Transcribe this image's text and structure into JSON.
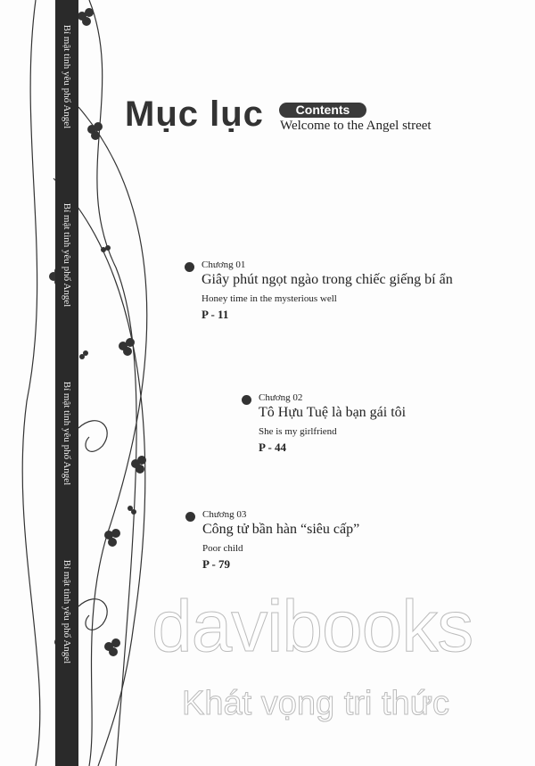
{
  "header": {
    "title": "Mục lục",
    "badge": "Contents",
    "subtitle": "Welcome to the Angel street"
  },
  "sidebar": {
    "strip_text": "Bí mật tình yêu phố Angel"
  },
  "chapters": [
    {
      "number": "Chương 01",
      "title": "Giây phút ngọt ngào trong chiếc giếng bí ẩn",
      "english": "Honey time in the mysterious well",
      "page": "P - 11"
    },
    {
      "number": "Chương 02",
      "title": "Tô Hựu Tuệ là bạn gái tôi",
      "english": "She is my girlfriend",
      "page": "P - 44"
    },
    {
      "number": "Chương 03",
      "title": "Công tử bần hàn “siêu cấp”",
      "english": "Poor child",
      "page": "P - 79"
    }
  ],
  "watermark": {
    "brand": "davibooks",
    "slogan": "Khát vọng tri thức"
  }
}
